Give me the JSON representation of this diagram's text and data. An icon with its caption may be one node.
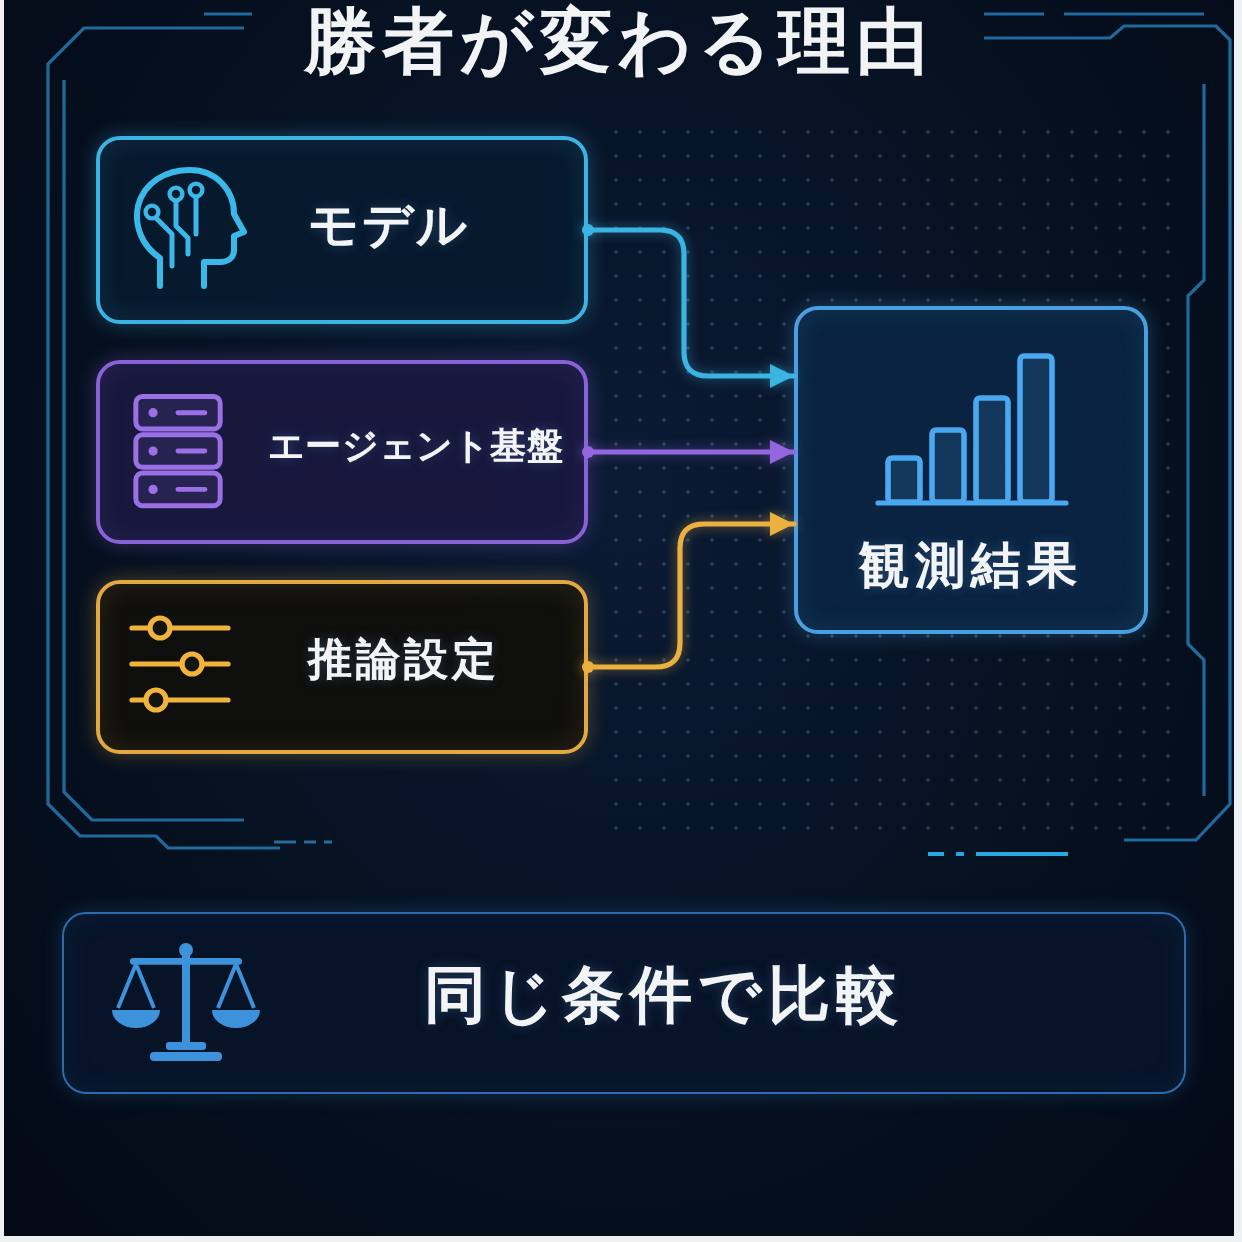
{
  "diagram": {
    "title": "勝者が変わる理由",
    "nodes": [
      {
        "text": [
          "モデル"
        ]
      },
      {
        "text": [
          "エージェント基盤"
        ]
      },
      {
        "text": [
          "推論設定"
        ]
      },
      {
        "text": [
          "観測結果"
        ]
      },
      {
        "text": [
          "同じ条件で比較"
        ]
      }
    ],
    "edges": [
      {
        "from": 0,
        "to": 3,
        "arrow": "to",
        "color": "#3bb4e4"
      },
      {
        "from": 1,
        "to": 3,
        "arrow": "to",
        "color": "#9466e0"
      },
      {
        "from": 2,
        "to": 3,
        "arrow": "to",
        "color": "#eab040"
      }
    ]
  }
}
